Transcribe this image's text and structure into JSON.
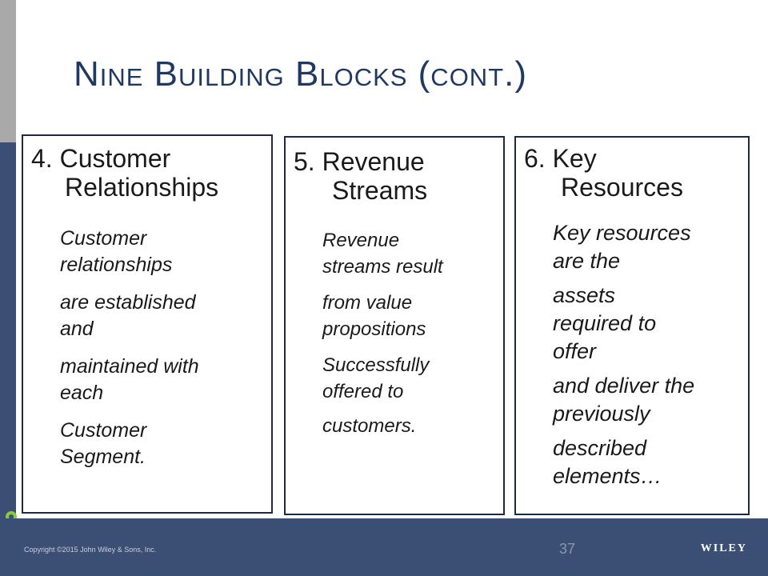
{
  "slide": {
    "title": "Nine Building Blocks (cont.)"
  },
  "blocks": [
    {
      "heading_line1": "4. Customer",
      "heading_line2": "Relationships",
      "body_lines": [
        "Customer",
        "relationships",
        "are established",
        "and",
        "maintained with",
        "each",
        "Customer",
        "Segment."
      ]
    },
    {
      "heading_line1": "5. Revenue",
      "heading_line2": "Streams",
      "body_lines": [
        "Revenue",
        "streams result",
        "from value",
        "propositions",
        "Successfully",
        "offered to",
        "",
        "customers."
      ]
    },
    {
      "heading_line1": "6. Key",
      "heading_line2": "Resources",
      "body_lines": [
        "Key resources",
        "are the",
        "assets",
        "required to",
        "offer",
        "and deliver the",
        "previously",
        "described",
        "elements…"
      ]
    }
  ],
  "footer": {
    "copyright": "Copyright ©2015 John Wiley & Sons, Inc.",
    "page_number": "37",
    "publisher_logo": "WILEY"
  },
  "colors": {
    "title": "#1f3864",
    "footer_background": "#3b4f75",
    "left_bar_top": "#a9a9a9",
    "accent_bullet": "#8dc63f"
  }
}
